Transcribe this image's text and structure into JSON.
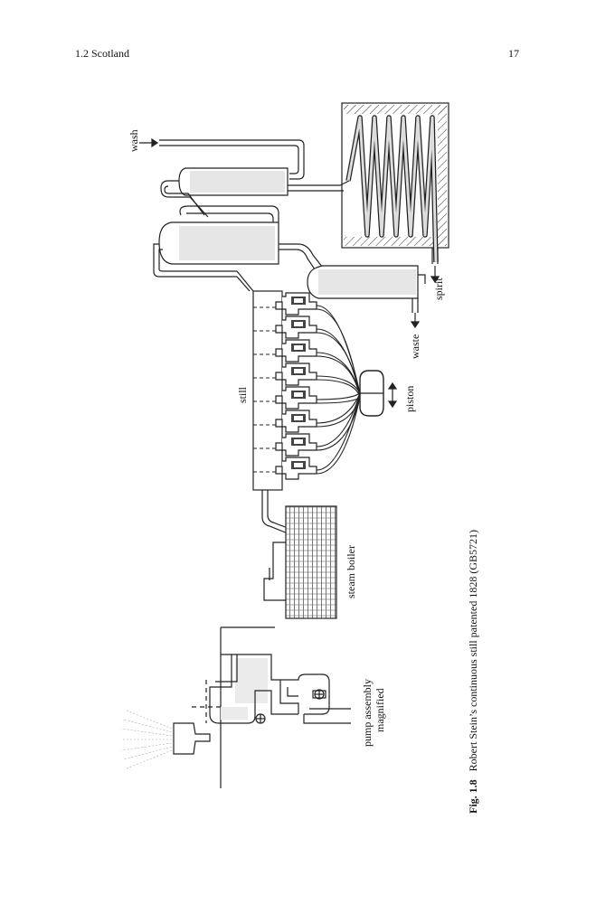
{
  "header": {
    "section": "1.2   Scotland",
    "page_number": "17"
  },
  "figure": {
    "labels": {
      "wash": "wash",
      "still": "still",
      "piston": "piston",
      "waste": "waste",
      "spirit": "spirit",
      "steam_boiler": "steam boiler",
      "pump_assembly_line1": "pump assembly",
      "pump_assembly_line2": "magnified"
    },
    "caption": {
      "label": "Fig. 1.8",
      "text": "Robert Stein’s continuous still patented 1828 (GB5721)"
    }
  }
}
